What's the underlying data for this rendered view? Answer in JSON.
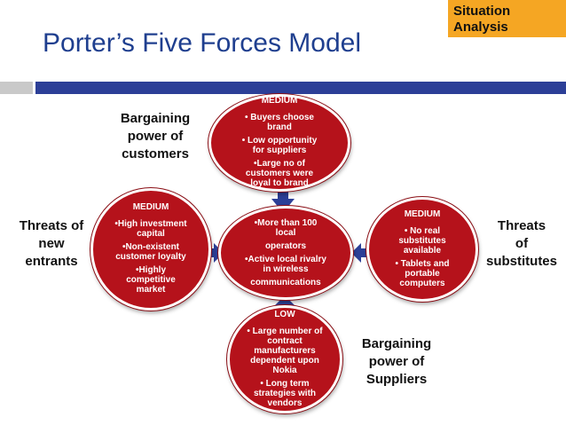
{
  "header": {
    "tag_line1": "Situation",
    "tag_line2": "Analysis",
    "title": "Porter’s Five Forces Model"
  },
  "labels": {
    "customers": "Bargaining\npower of\ncustomers",
    "entrants": "Threats of\nnew\nentrants",
    "substitutes": "Threats\nof\nsubstitutes",
    "suppliers": "Bargaining\npower of\nSuppliers"
  },
  "ovals": {
    "top": {
      "level": "MEDIUM",
      "points": [
        "• Buyers choose\nbrand",
        "• Low opportunity\nfor suppliers",
        "•Large no of\ncustomers were\nloyal to brand"
      ]
    },
    "left": {
      "level": "MEDIUM",
      "points": [
        "•High investment\ncapital",
        "•Non-existent\ncustomer loyalty",
        "•Highly\ncompetitive\nmarket"
      ]
    },
    "center": {
      "points": [
        "•More than 100\nlocal",
        "operators",
        "•Active local rivalry\nin wireless",
        "communications"
      ]
    },
    "right": {
      "level": "MEDIUM",
      "points": [
        "• No real\nsubstitutes\navailable",
        "• Tablets and\nportable\ncomputers"
      ]
    },
    "bottom": {
      "level": "LOW",
      "points": [
        "• Large number of\ncontract\nmanufacturers\ndependent upon\nNokia",
        "• Long term\nstrategies with\nvendors"
      ]
    }
  },
  "colors": {
    "oval": "#b5121b",
    "arrow": "#2c3f97",
    "title": "#1f3f8f",
    "tag": "#f5a623"
  }
}
